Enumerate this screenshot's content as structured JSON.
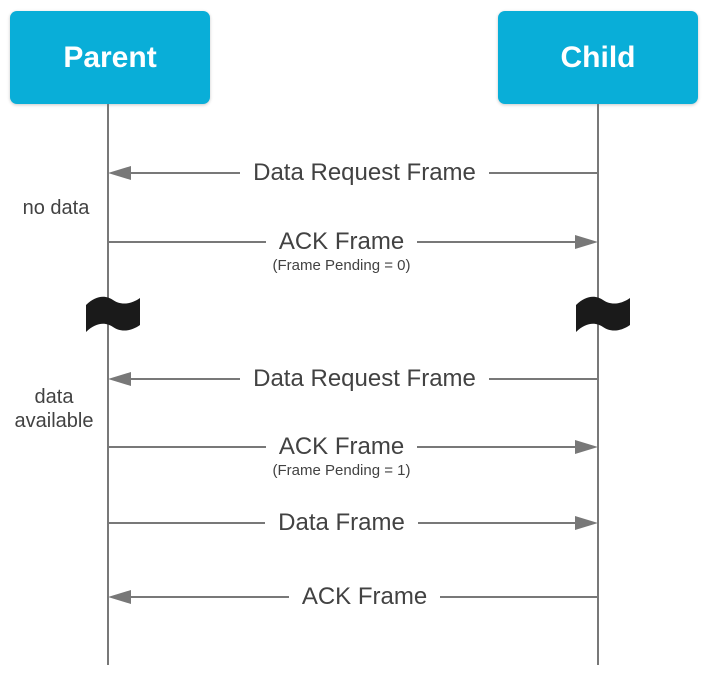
{
  "diagram": {
    "type": "sequence-diagram",
    "colors": {
      "actor_fill": "#09AED8",
      "actor_text": "#ffffff",
      "line": "#787878",
      "text": "#424242",
      "flag": "#1a1a1a",
      "background": "#ffffff"
    },
    "actors": [
      {
        "label": "Parent"
      },
      {
        "label": "Child"
      }
    ],
    "side_notes": [
      {
        "text": "no data"
      },
      {
        "text": "data available"
      }
    ],
    "messages": [
      {
        "label": "Data Request Frame",
        "sub": "",
        "from": "Child",
        "to": "Parent",
        "direction": "left"
      },
      {
        "label": "ACK Frame",
        "sub": "(Frame Pending = 0)",
        "from": "Parent",
        "to": "Child",
        "direction": "right"
      },
      {
        "label": "Data Request Frame",
        "sub": "",
        "from": "Child",
        "to": "Parent",
        "direction": "left"
      },
      {
        "label": "ACK Frame",
        "sub": "(Frame Pending = 1)",
        "from": "Parent",
        "to": "Child",
        "direction": "right"
      },
      {
        "label": "Data Frame",
        "sub": "",
        "from": "Parent",
        "to": "Child",
        "direction": "right"
      },
      {
        "label": "ACK Frame",
        "sub": "",
        "from": "Child",
        "to": "Parent",
        "direction": "left"
      }
    ],
    "icons": {
      "time_break": "black-flag-icon",
      "arrow_left": "left-arrowhead-icon",
      "arrow_right": "right-arrowhead-icon"
    }
  }
}
